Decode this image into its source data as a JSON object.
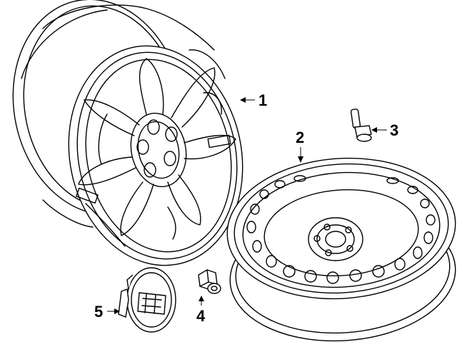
{
  "diagram": {
    "callouts": [
      {
        "id": "1",
        "label": "1",
        "part": "alloy-wheel"
      },
      {
        "id": "2",
        "label": "2",
        "part": "spare-steel-wheel"
      },
      {
        "id": "3",
        "label": "3",
        "part": "valve-stem"
      },
      {
        "id": "4",
        "label": "4",
        "part": "lug-nut"
      },
      {
        "id": "5",
        "label": "5",
        "part": "center-cap"
      }
    ],
    "colors": {
      "line": "#000000",
      "background": "#ffffff"
    }
  }
}
